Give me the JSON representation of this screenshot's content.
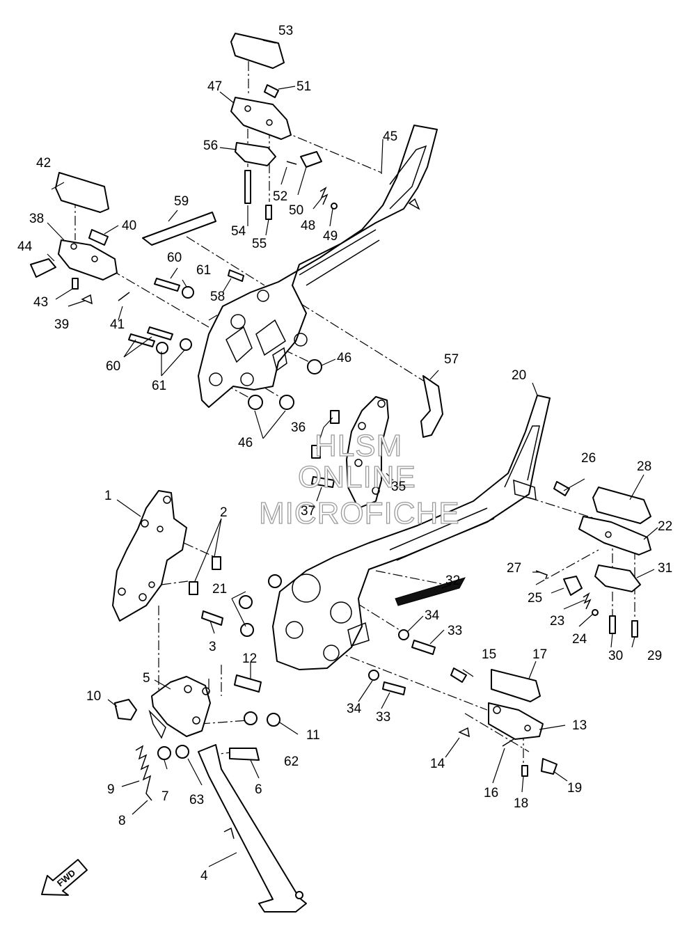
{
  "watermark": {
    "line1": "HLSM",
    "line2": "ONLINE",
    "line3": "MICROFICHE"
  },
  "fwd_label": "FWD",
  "callouts": [
    {
      "id": "c1",
      "text": "1"
    },
    {
      "id": "c2",
      "text": "2"
    },
    {
      "id": "c3",
      "text": "3"
    },
    {
      "id": "c4",
      "text": "4"
    },
    {
      "id": "c5",
      "text": "5"
    },
    {
      "id": "c6",
      "text": "6"
    },
    {
      "id": "c7",
      "text": "7"
    },
    {
      "id": "c8",
      "text": "8"
    },
    {
      "id": "c9",
      "text": "9"
    },
    {
      "id": "c10",
      "text": "10"
    },
    {
      "id": "c11",
      "text": "11"
    },
    {
      "id": "c12",
      "text": "12"
    },
    {
      "id": "c13",
      "text": "13"
    },
    {
      "id": "c14",
      "text": "14"
    },
    {
      "id": "c15",
      "text": "15"
    },
    {
      "id": "c16",
      "text": "16"
    },
    {
      "id": "c17",
      "text": "17"
    },
    {
      "id": "c18",
      "text": "18"
    },
    {
      "id": "c19",
      "text": "19"
    },
    {
      "id": "c20",
      "text": "20"
    },
    {
      "id": "c21",
      "text": "21"
    },
    {
      "id": "c22",
      "text": "22"
    },
    {
      "id": "c23",
      "text": "23"
    },
    {
      "id": "c24",
      "text": "24"
    },
    {
      "id": "c25",
      "text": "25"
    },
    {
      "id": "c26",
      "text": "26"
    },
    {
      "id": "c27",
      "text": "27"
    },
    {
      "id": "c28",
      "text": "28"
    },
    {
      "id": "c29",
      "text": "29"
    },
    {
      "id": "c30",
      "text": "30"
    },
    {
      "id": "c31",
      "text": "31"
    },
    {
      "id": "c32",
      "text": "32"
    },
    {
      "id": "c33a",
      "text": "33"
    },
    {
      "id": "c33b",
      "text": "33"
    },
    {
      "id": "c34a",
      "text": "34"
    },
    {
      "id": "c34b",
      "text": "34"
    },
    {
      "id": "c35",
      "text": "35"
    },
    {
      "id": "c36",
      "text": "36"
    },
    {
      "id": "c37",
      "text": "37"
    },
    {
      "id": "c38",
      "text": "38"
    },
    {
      "id": "c39",
      "text": "39"
    },
    {
      "id": "c40",
      "text": "40"
    },
    {
      "id": "c41",
      "text": "41"
    },
    {
      "id": "c42",
      "text": "42"
    },
    {
      "id": "c43",
      "text": "43"
    },
    {
      "id": "c44",
      "text": "44"
    },
    {
      "id": "c45",
      "text": "45"
    },
    {
      "id": "c46a",
      "text": "46"
    },
    {
      "id": "c46b",
      "text": "46"
    },
    {
      "id": "c47",
      "text": "47"
    },
    {
      "id": "c48",
      "text": "48"
    },
    {
      "id": "c49",
      "text": "49"
    },
    {
      "id": "c50",
      "text": "50"
    },
    {
      "id": "c51",
      "text": "51"
    },
    {
      "id": "c52",
      "text": "52"
    },
    {
      "id": "c53",
      "text": "53"
    },
    {
      "id": "c54",
      "text": "54"
    },
    {
      "id": "c55",
      "text": "55"
    },
    {
      "id": "c56",
      "text": "56"
    },
    {
      "id": "c57",
      "text": "57"
    },
    {
      "id": "c58",
      "text": "58"
    },
    {
      "id": "c59",
      "text": "59"
    },
    {
      "id": "c60a",
      "text": "60"
    },
    {
      "id": "c60b",
      "text": "60"
    },
    {
      "id": "c61a",
      "text": "61"
    },
    {
      "id": "c61b",
      "text": "61"
    },
    {
      "id": "c62",
      "text": "62"
    },
    {
      "id": "c63",
      "text": "63"
    }
  ]
}
